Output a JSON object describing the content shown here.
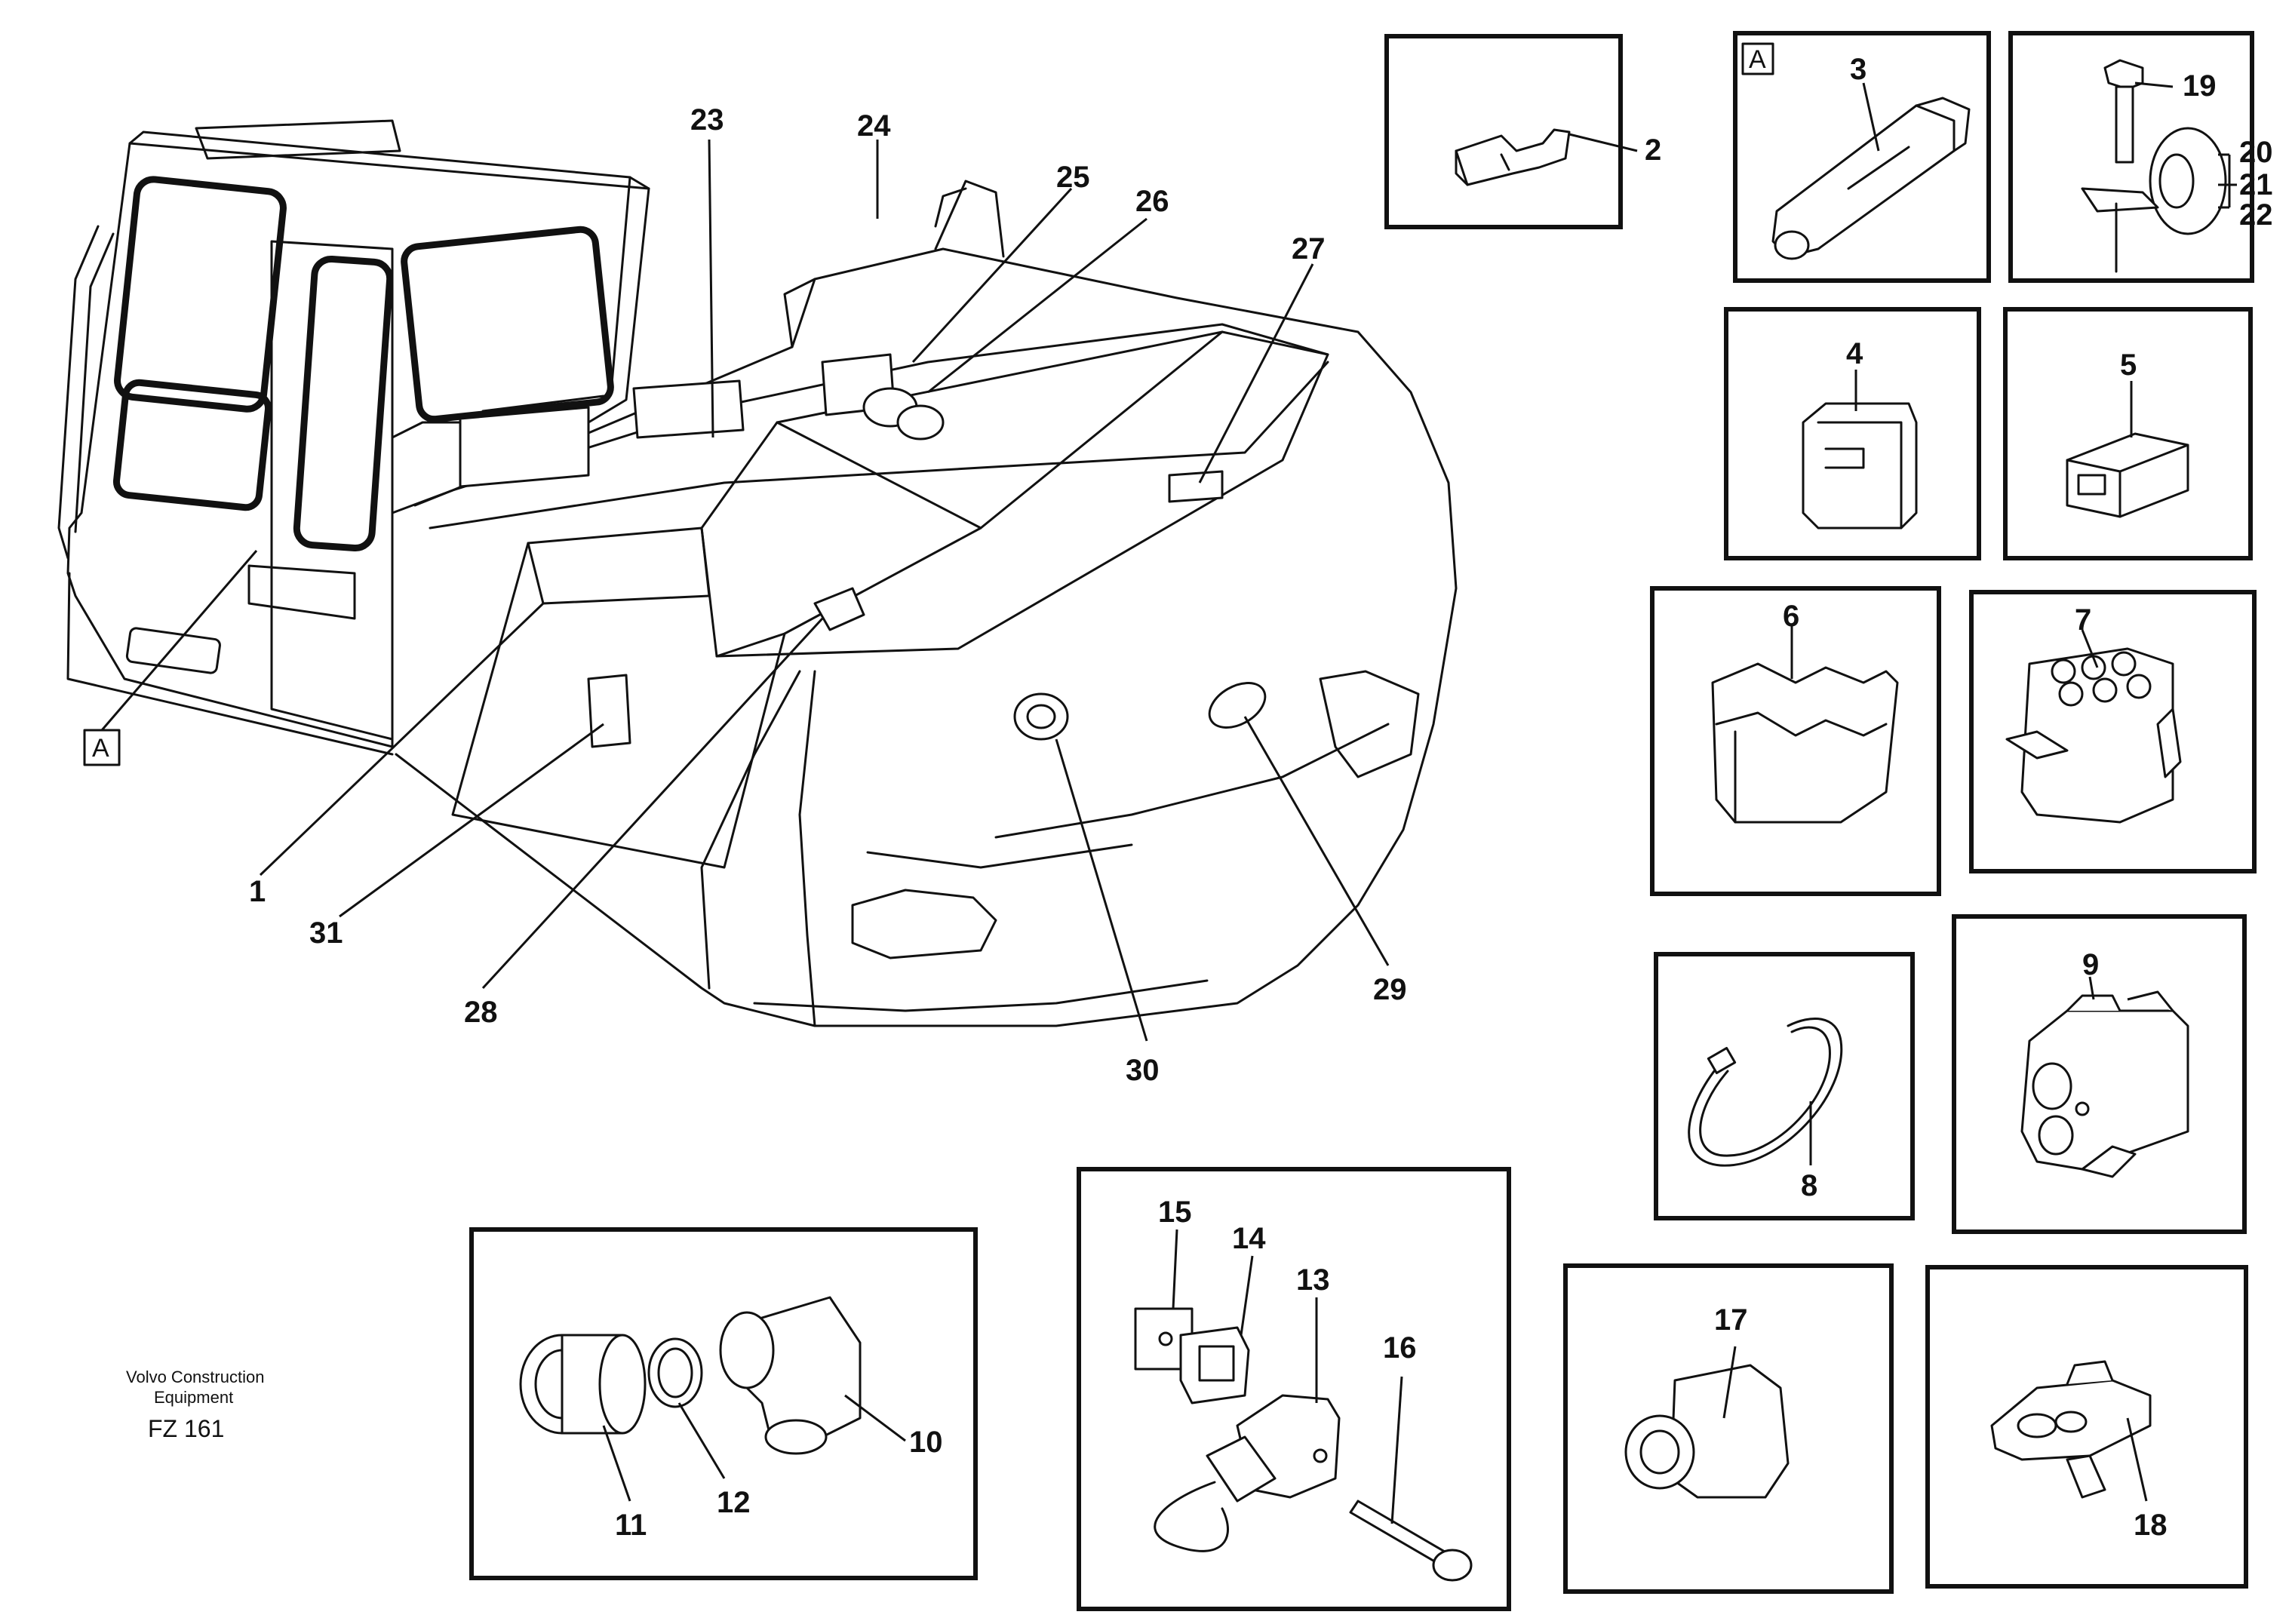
{
  "figure": {
    "brand": "Volvo Construction Equipment",
    "brand_line1": "Volvo Construction",
    "brand_line2": "Equipment",
    "figure_code": "FZ 161"
  },
  "view_marker": "A",
  "callouts": {
    "c1": "1",
    "c2": "2",
    "c3": "3",
    "c4": "4",
    "c5": "5",
    "c6": "6",
    "c7": "7",
    "c8": "8",
    "c9": "9",
    "c10": "10",
    "c11": "11",
    "c12": "12",
    "c13": "13",
    "c14": "14",
    "c15": "15",
    "c16": "16",
    "c17": "17",
    "c18": "18",
    "c19": "19",
    "c20": "20",
    "c21": "21",
    "c22": "22",
    "c23": "23",
    "c24": "24",
    "c25": "25",
    "c26": "26",
    "c27": "27",
    "c28": "28",
    "c29": "29",
    "c30": "30",
    "c31": "31"
  }
}
